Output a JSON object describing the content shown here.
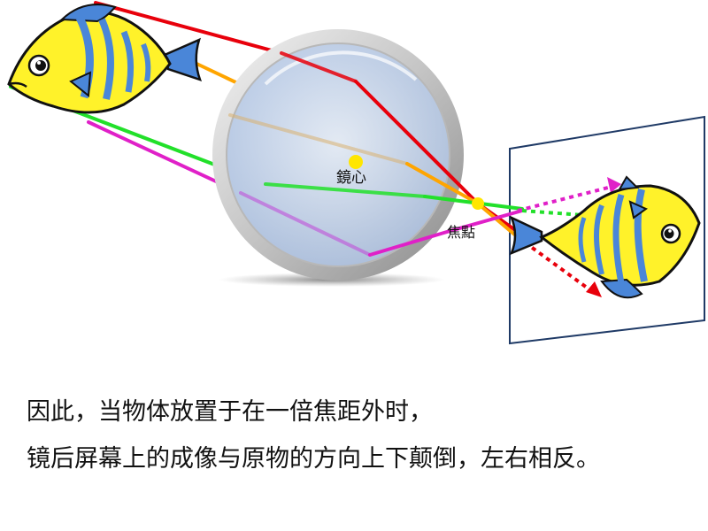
{
  "labels": {
    "lens_center": "鏡心",
    "focal_point": "焦點"
  },
  "caption": {
    "line1": "因此，当物体放置于在一倍焦距外时，",
    "line2": "镜后屏幕上的成像与原物的方向上下颠倒，左右相反。"
  },
  "colors": {
    "ray_top": "#e8000b",
    "ray_orange": "#ffa500",
    "ray_green": "#22e02a",
    "ray_magenta": "#e020c8",
    "fish_yellow": "#fff22a",
    "fish_blue": "#4a86d8",
    "screen_border": "#1f3a66",
    "lens_fill": "#c8d8f0"
  },
  "icons": {
    "object": "fish-icon",
    "image": "inverted-fish-icon",
    "lens": "convex-lens-icon"
  }
}
